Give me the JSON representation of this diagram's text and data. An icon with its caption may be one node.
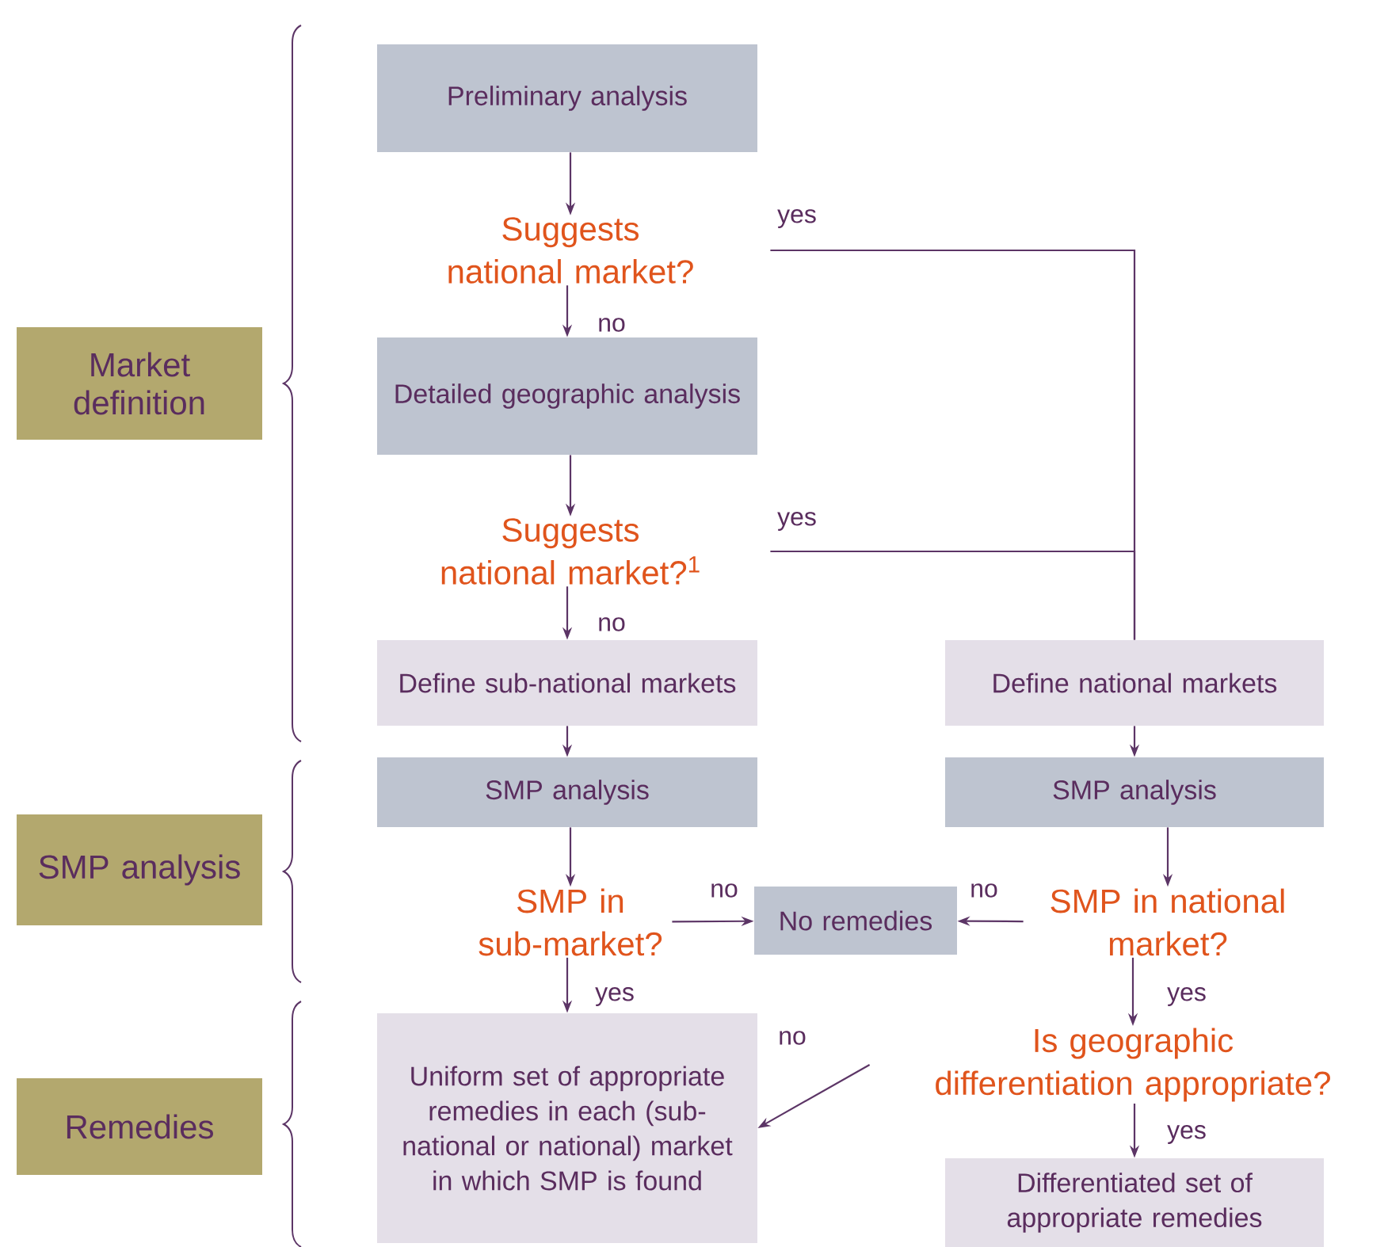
{
  "diagram": {
    "nodes": [
      {
        "text": [
          "Market definition"
        ]
      },
      {
        "text": [
          "SMP analysis"
        ]
      },
      {
        "text": [
          "Remedies"
        ]
      },
      {
        "text": [
          "Preliminary analysis"
        ]
      },
      {
        "text": [
          "Suggests national market?"
        ]
      },
      {
        "text": [
          "Detailed geographic analysis"
        ]
      },
      {
        "text": [
          "Suggests national market?$^{1}$"
        ]
      },
      {
        "text": [
          "Define sub-national markets"
        ]
      },
      {
        "text": [
          "Define national markets"
        ]
      },
      {
        "text": [
          "SMP analysis"
        ]
      },
      {
        "text": [
          "SMP analysis"
        ]
      },
      {
        "text": [
          "SMP in sub-market?"
        ]
      },
      {
        "text": [
          "No remedies"
        ]
      },
      {
        "text": [
          "SMP in national market?"
        ]
      },
      {
        "text": [
          "Uniform set of appropriate remedies in each (sub-national or national) market in which SMP is found"
        ]
      },
      {
        "text": [
          "Is geographic differentiation appropriate?"
        ]
      },
      {
        "text": [
          "Differentiated set of appropriate remedies"
        ]
      }
    ],
    "edges": [
      {
        "from": 3,
        "to": 4,
        "arrow": "to"
      },
      {
        "from": 4,
        "to": 5,
        "arrow": "to",
        "label": "no"
      },
      {
        "from": 4,
        "to": 8,
        "arrow": "none",
        "label": "yes"
      },
      {
        "from": 5,
        "to": 6,
        "arrow": "to"
      },
      {
        "from": 6,
        "to": 8,
        "arrow": "none",
        "label": "yes"
      },
      {
        "from": 6,
        "to": 7,
        "arrow": "to",
        "label": "no"
      },
      {
        "from": 7,
        "to": 9,
        "arrow": "to"
      },
      {
        "from": 8,
        "to": 10,
        "arrow": "to"
      },
      {
        "from": 9,
        "to": 11,
        "arrow": "to"
      },
      {
        "from": 10,
        "to": 13,
        "arrow": "to"
      },
      {
        "from": 11,
        "to": 12,
        "arrow": "to",
        "label": "no"
      },
      {
        "from": 13,
        "to": 12,
        "arrow": "to",
        "label": "no"
      },
      {
        "from": 11,
        "to": 14,
        "arrow": "to",
        "label": "yes"
      },
      {
        "from": 13,
        "to": 15,
        "arrow": "to",
        "label": "yes"
      },
      {
        "from": 15,
        "to": 14,
        "arrow": "to",
        "label": "no"
      },
      {
        "from": 15,
        "to": 16,
        "arrow": "to",
        "label": "yes"
      }
    ]
  }
}
